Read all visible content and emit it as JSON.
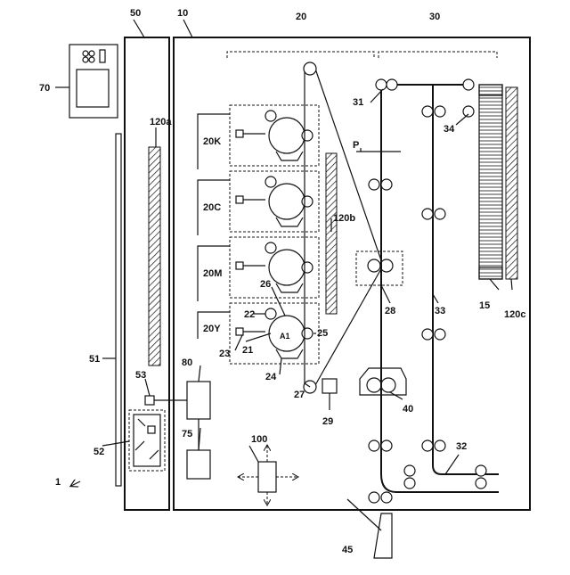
{
  "labels": {
    "device": "1",
    "body": "10",
    "scanner": "50",
    "panel": "70",
    "imaging_group": "20",
    "transport_group": "30",
    "station_k": "20K",
    "station_c": "20C",
    "station_m": "20M",
    "station_y": "20Y",
    "photoreceptor": "21",
    "charger": "22",
    "exposure": "23",
    "developer": "24",
    "primary_transfer": "25",
    "cleaner": "26",
    "belt_roller": "27",
    "secondary_transfer": "28",
    "belt_cleaner": "29",
    "feed_roller": "31",
    "reverse_path": "32",
    "main_path": "33",
    "tray_roller": "34",
    "tray": "15",
    "fixer": "40",
    "output_tray": "45",
    "glass": "51",
    "scan_optics": "52",
    "sensor": "53",
    "controller": "80",
    "driver": "75",
    "aux_unit": "100",
    "heater_a": "120a",
    "heater_b": "120b",
    "heater_c": "120c",
    "paper": "P",
    "arrow_symbol": "A1"
  }
}
